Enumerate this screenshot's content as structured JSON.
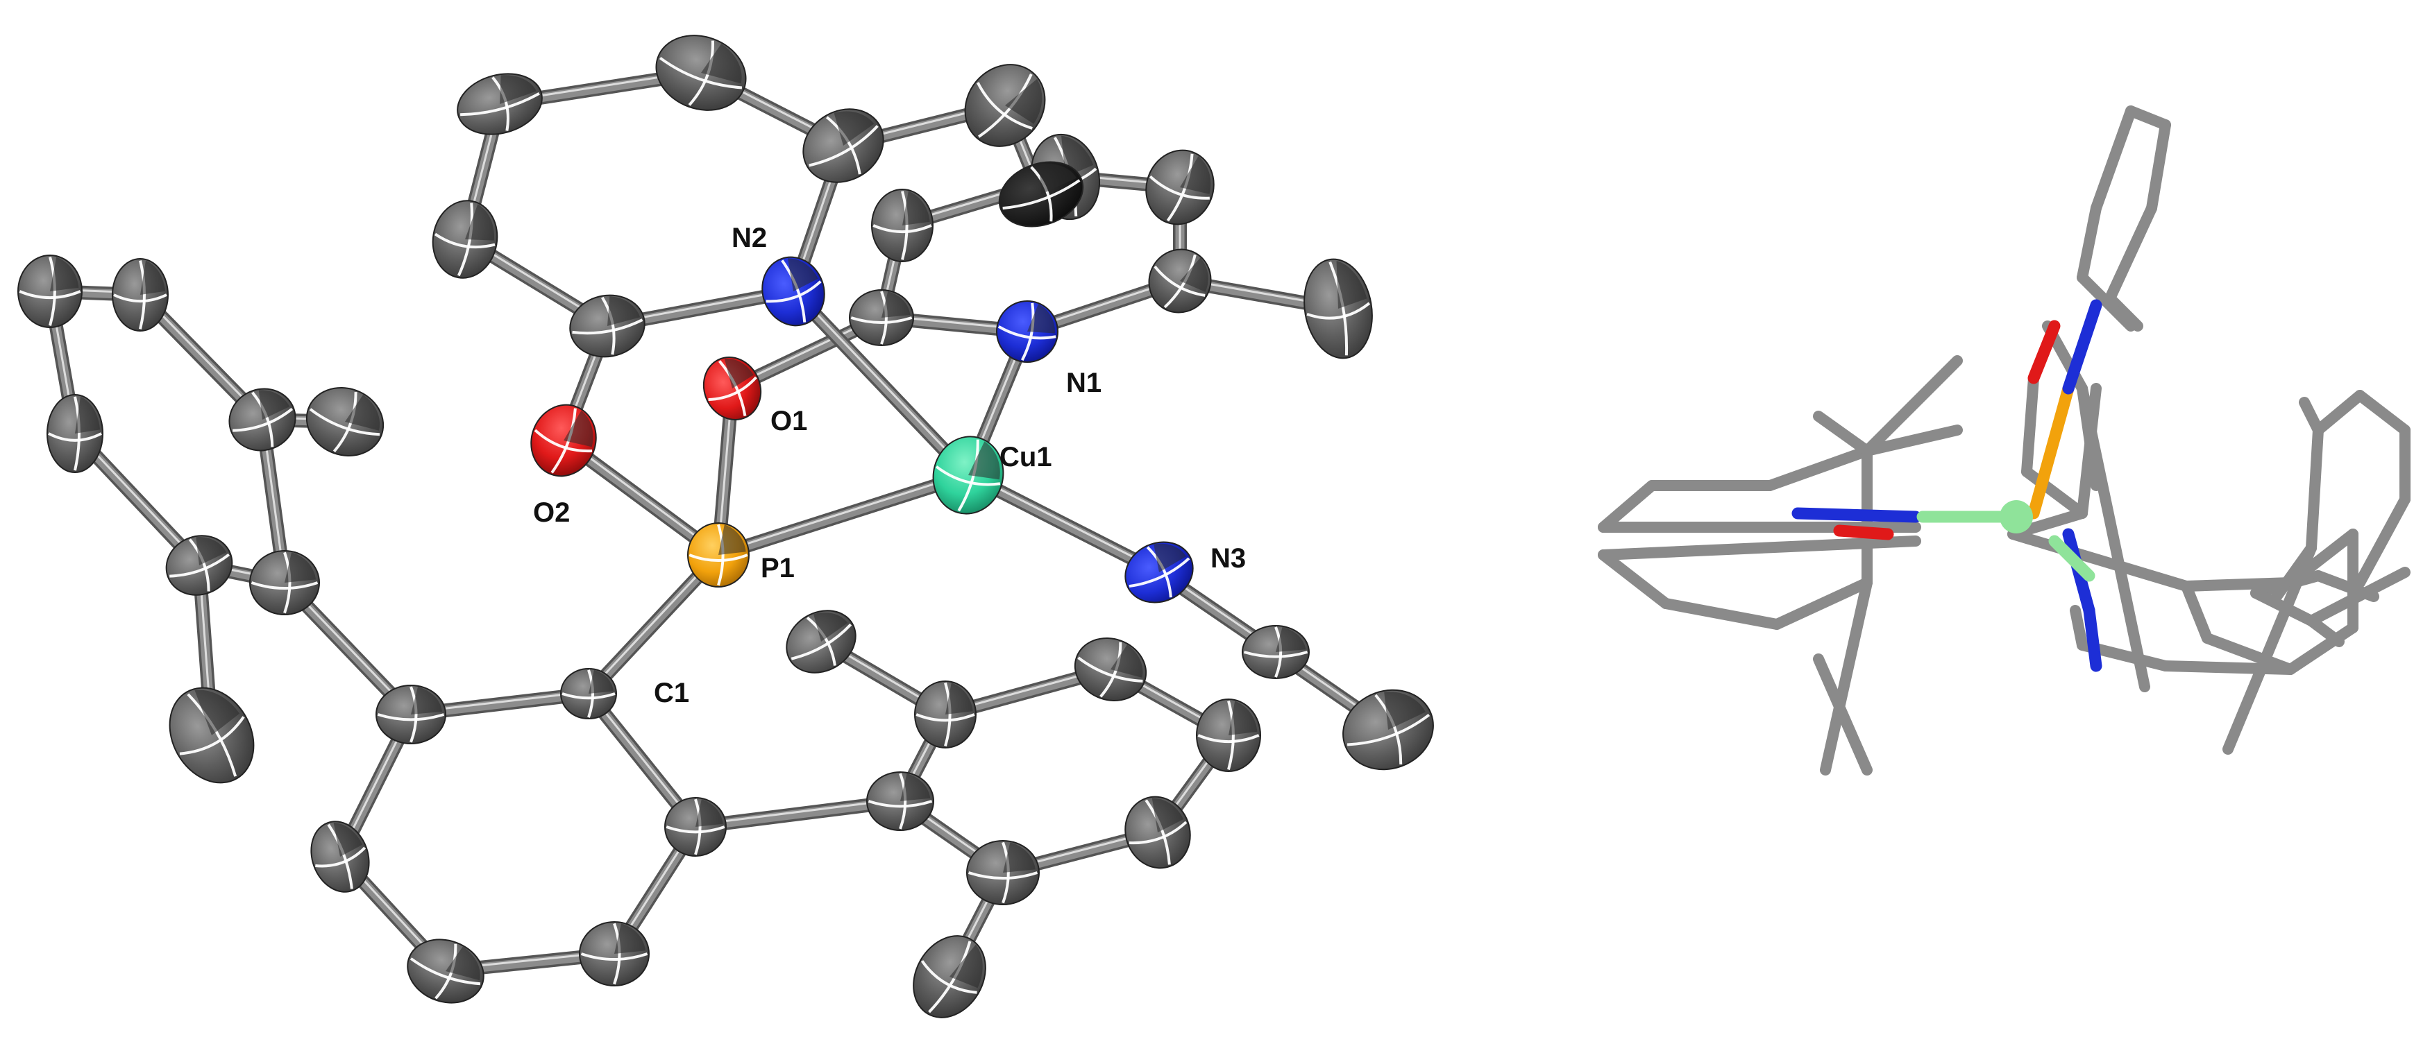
{
  "colors": {
    "carbon": "#6f6f6f",
    "carbon_dark": "#4a4a4a",
    "nitrogen": "#1d2ed6",
    "oxygen": "#e01919",
    "phosphorus": "#f2a20c",
    "copper": "#2fd39c",
    "copper_light": "#8fe39a",
    "bond": "#8c8c8c",
    "stick": "#8a8a8a"
  },
  "labels": {
    "N2": "N2",
    "N1": "N1",
    "O1": "O1",
    "O2": "O2",
    "Cu1": "Cu1",
    "P1": "P1",
    "N3": "N3",
    "C1": "C1"
  }
}
